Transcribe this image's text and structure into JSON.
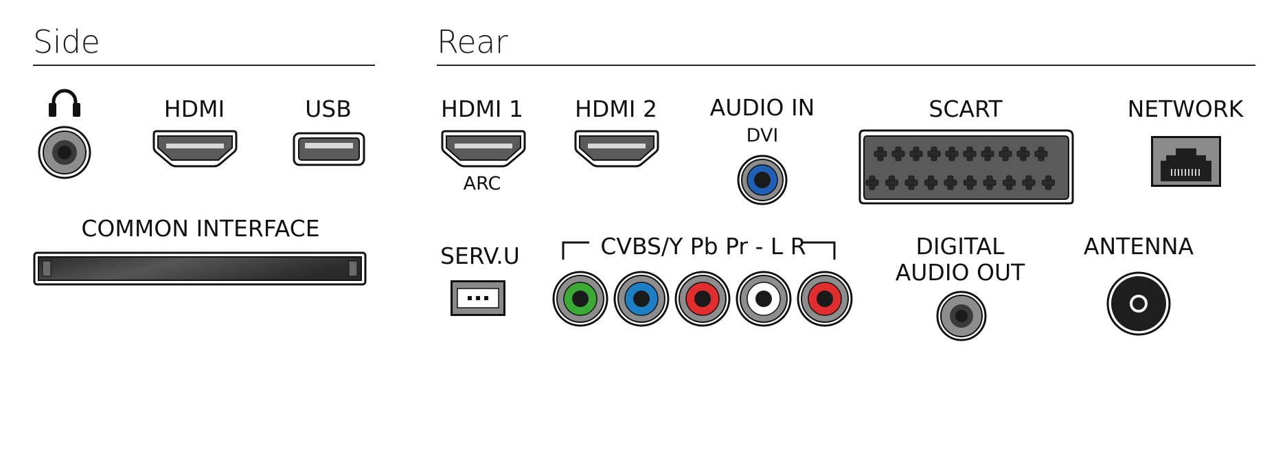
{
  "side": {
    "heading": "Side",
    "hdmi_label": "HDMI",
    "usb_label": "USB",
    "ci_label": "COMMON INTERFACE"
  },
  "rear": {
    "heading": "Rear",
    "hdmi1_label": "HDMI 1",
    "hdmi1_sub": "ARC",
    "hdmi2_label": "HDMI 2",
    "audio_in_label": "AUDIO IN",
    "audio_in_sub": "DVI",
    "scart_label": "SCART",
    "network_label": "NETWORK",
    "servu_label": "SERV.U",
    "component_label": "CVBS/Y Pb Pr - L R",
    "digital_audio_label_1": "DIGITAL",
    "digital_audio_label_2": "AUDIO OUT",
    "antenna_label": "ANTENNA"
  },
  "colors": {
    "green": "#3aaa35",
    "blue": "#1d7fc4",
    "red": "#e02d2d",
    "white": "#ffffff",
    "audio_in_blue": "#1f5fb5"
  },
  "icons": {
    "headphones": "headphones-icon"
  }
}
